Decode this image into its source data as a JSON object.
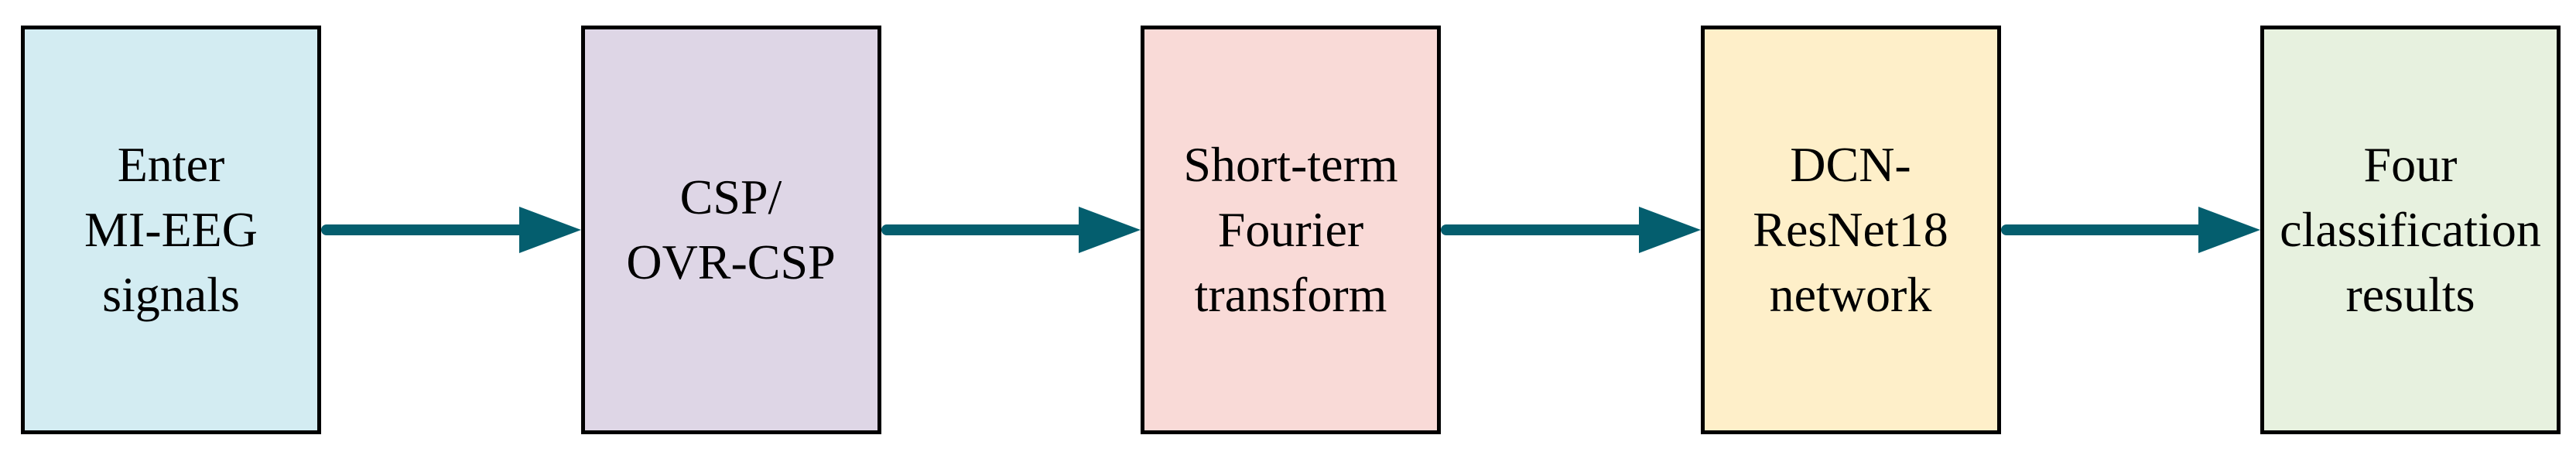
{
  "figure": {
    "type": "flowchart",
    "background": "#ffffff",
    "box_border_color": "#000000",
    "arrow_color": "#045E6E",
    "steps": [
      {
        "id": "enter-mi-eeg-signals",
        "label": "Enter\nMI-EEG\nsignals",
        "fill": "#D3ECF2"
      },
      {
        "id": "csp-ovr-csp",
        "label": "CSP/\nOVR-CSP",
        "fill": "#DED6E6"
      },
      {
        "id": "short-term-fourier-transform",
        "label": "Short-term\nFourier\ntransform",
        "fill": "#F9DAD7"
      },
      {
        "id": "dcn-resnet18-network",
        "label": "DCN-\nResNet18\nnetwork",
        "fill": "#FEEFC9"
      },
      {
        "id": "four-classification-results",
        "label": "Four\nclassification\nresults",
        "fill": "#E7F1DF"
      }
    ],
    "connections": [
      {
        "from": "enter-mi-eeg-signals",
        "to": "csp-ovr-csp"
      },
      {
        "from": "csp-ovr-csp",
        "to": "short-term-fourier-transform"
      },
      {
        "from": "short-term-fourier-transform",
        "to": "dcn-resnet18-network"
      },
      {
        "from": "dcn-resnet18-network",
        "to": "four-classification-results"
      }
    ]
  }
}
